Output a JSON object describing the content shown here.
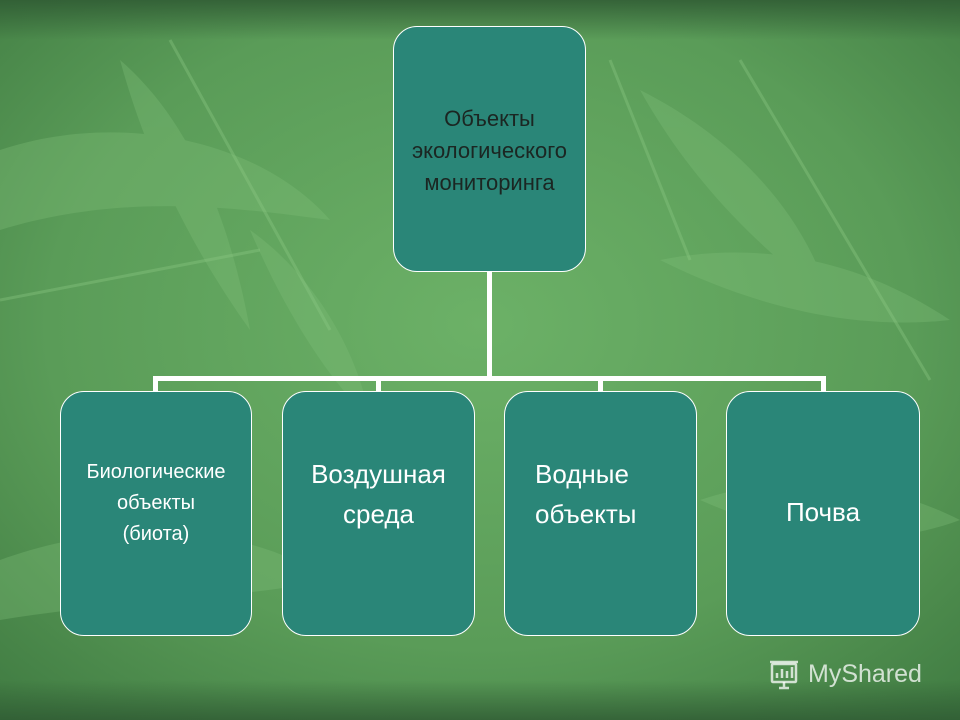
{
  "diagram": {
    "root": "Объекты\nэкологического\nмониторинга",
    "children": [
      "Биологические\nобъекты\n(биота)",
      "Воздушная\nсреда",
      "Водные\nобъекты",
      "Почва"
    ]
  },
  "watermark": {
    "text": "MyShared",
    "icon": "presentation-board-icon"
  },
  "colors": {
    "box_fill": "#2a8678",
    "background": "#5c9f5a",
    "connector": "#ffffff"
  }
}
